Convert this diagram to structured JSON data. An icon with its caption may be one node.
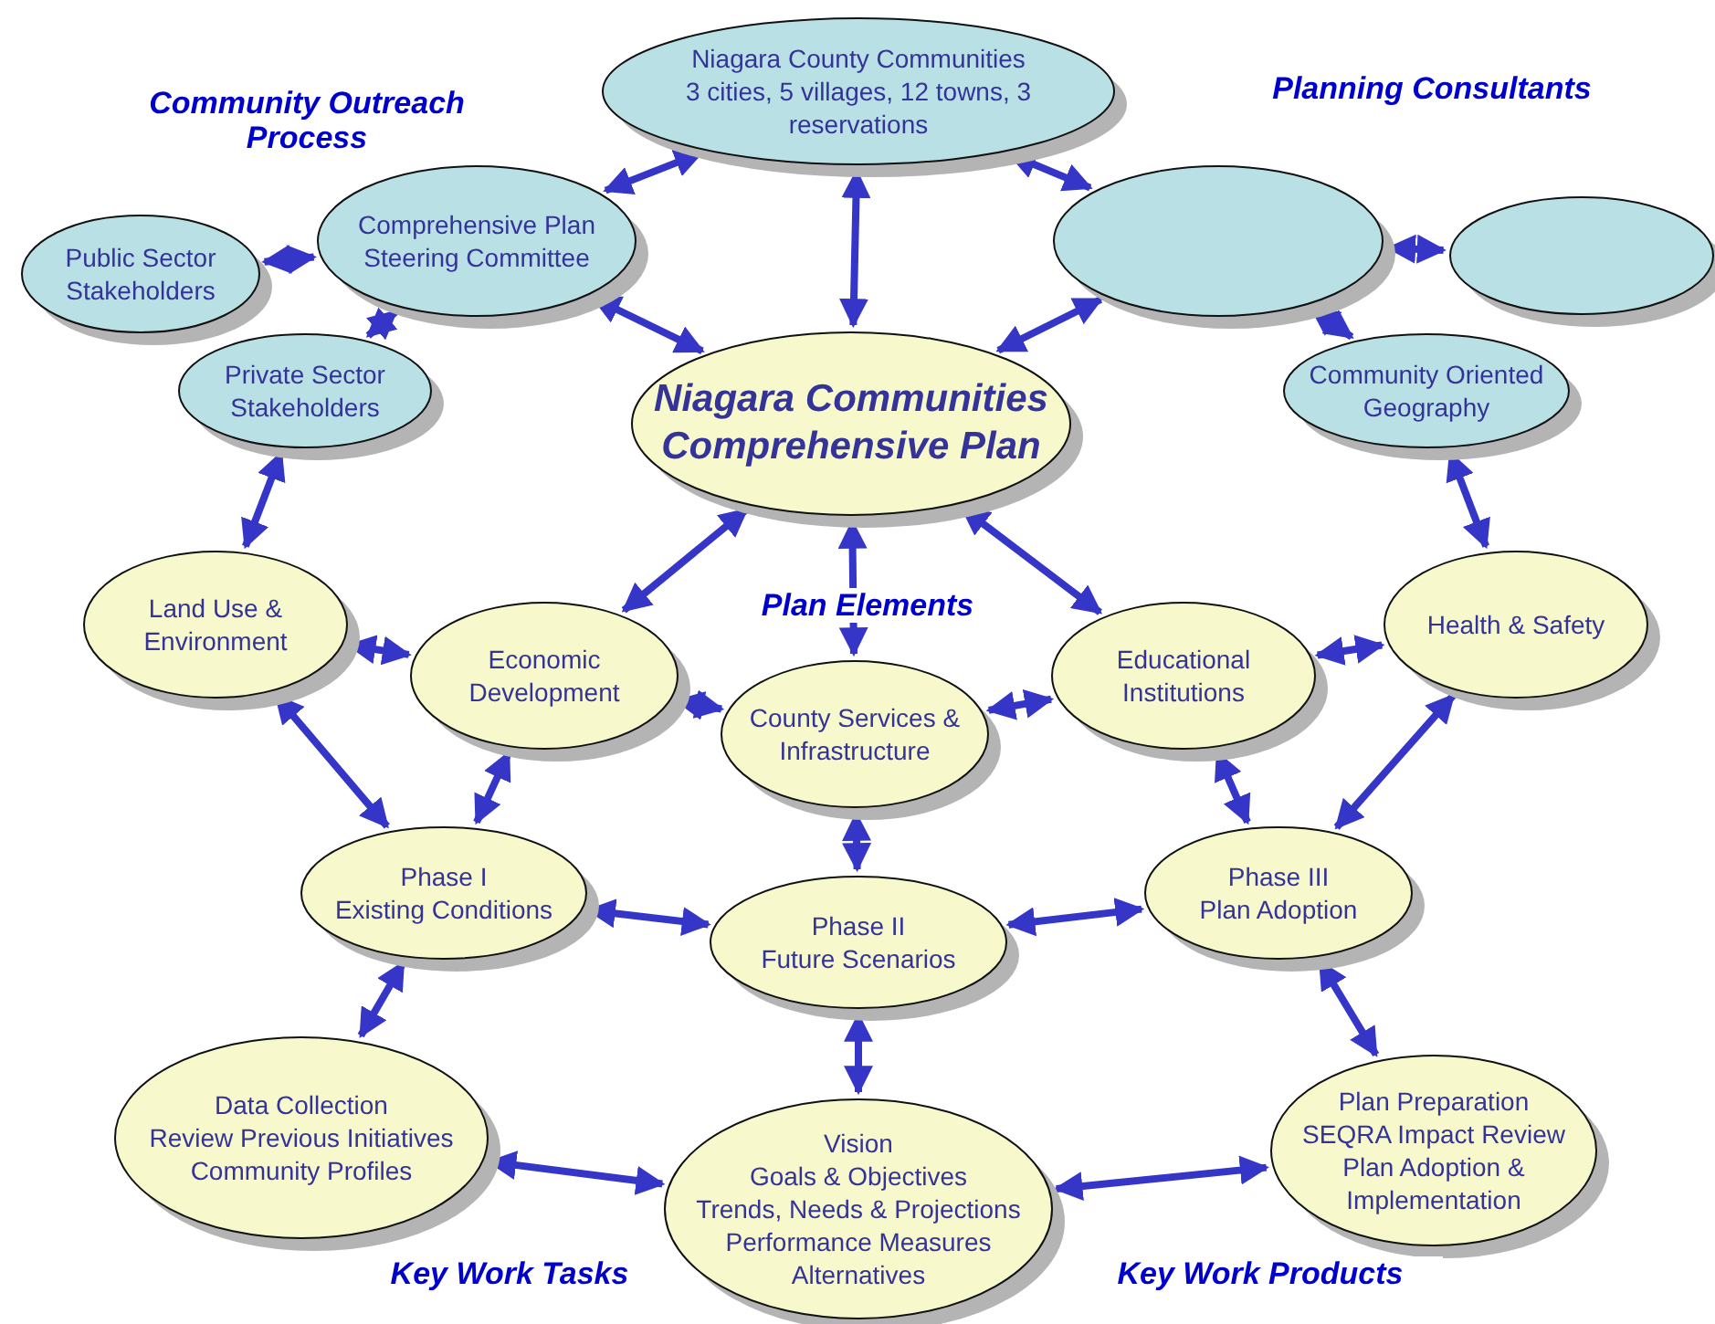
{
  "diagram": {
    "nodes": [
      {
        "text": [
          "Niagara County Communities",
          "3 cities, 5 villages, 12 towns, 3 reservations"
        ]
      },
      {
        "text": [
          "Comprehensive Plan Steering Committee"
        ]
      },
      {
        "text": [
          "Public Sector Stakeholders"
        ]
      },
      {
        "text": [
          "Private Sector Stakeholders"
        ]
      },
      {
        "text": [
          "Niagara Communities Comprehensive Plan"
        ]
      },
      {
        "text": [],
        "shape": "ellipse"
      },
      {
        "text": [],
        "shape": "ellipse"
      },
      {
        "text": [
          "Community Oriented Geography"
        ]
      },
      {
        "text": [
          "Land Use & Environment"
        ]
      },
      {
        "text": [
          "Economic Development"
        ]
      },
      {
        "text": [
          "Health & Safety"
        ]
      },
      {
        "text": [
          "Educational Institutions"
        ]
      },
      {
        "text": [
          "County Services & Infrastructure"
        ]
      },
      {
        "text": [
          "Phase I",
          "Existing Conditions"
        ]
      },
      {
        "text": [
          "Phase II",
          "Future Scenarios"
        ]
      },
      {
        "text": [
          "Phase III",
          "Plan Adoption"
        ]
      },
      {
        "text": [
          "Data Collection",
          "Review Previous Initiatives",
          "Community Profiles"
        ]
      },
      {
        "text": [
          "Vision",
          "Goals & Objectives",
          "Trends, Needs & Projections",
          "Performance Measures",
          "Alternatives"
        ]
      },
      {
        "text": [
          "Plan Preparation",
          "SEQRA Impact Review",
          "Plan Adoption & Implementation"
        ]
      }
    ],
    "edges": [
      {
        "from": 0,
        "to": 1,
        "arrow": "both"
      },
      {
        "from": 0,
        "to": 4,
        "arrow": "both"
      },
      {
        "from": 0,
        "to": 5,
        "arrow": "both"
      },
      {
        "from": 1,
        "to": 2,
        "arrow": "both"
      },
      {
        "from": 1,
        "to": 3,
        "arrow": "both"
      },
      {
        "from": 1,
        "to": 4,
        "arrow": "both"
      },
      {
        "from": 5,
        "to": 4,
        "arrow": "both"
      },
      {
        "from": 5,
        "to": 6,
        "arrow": "both"
      },
      {
        "from": 5,
        "to": 7,
        "arrow": "both"
      },
      {
        "from": 3,
        "to": 8,
        "arrow": "both"
      },
      {
        "from": 7,
        "to": 10,
        "arrow": "both"
      },
      {
        "from": 4,
        "to": 9,
        "arrow": "both"
      },
      {
        "from": 4,
        "to": 12,
        "arrow": "both"
      },
      {
        "from": 4,
        "to": 11,
        "arrow": "both"
      },
      {
        "from": 8,
        "to": 9,
        "arrow": "both"
      },
      {
        "from": 9,
        "to": 12,
        "arrow": "both"
      },
      {
        "from": 12,
        "to": 11,
        "arrow": "both"
      },
      {
        "from": 11,
        "to": 10,
        "arrow": "both"
      },
      {
        "from": 8,
        "to": 13,
        "arrow": "both"
      },
      {
        "from": 9,
        "to": 13,
        "arrow": "both"
      },
      {
        "from": 10,
        "to": 15,
        "arrow": "both"
      },
      {
        "from": 11,
        "to": 15,
        "arrow": "both"
      },
      {
        "from": 12,
        "to": 14,
        "arrow": "both"
      },
      {
        "from": 13,
        "to": 14,
        "arrow": "both"
      },
      {
        "from": 14,
        "to": 15,
        "arrow": "both"
      },
      {
        "from": 13,
        "to": 16,
        "arrow": "both"
      },
      {
        "from": 14,
        "to": 17,
        "arrow": "both"
      },
      {
        "from": 15,
        "to": 18,
        "arrow": "both"
      },
      {
        "from": 16,
        "to": 17,
        "arrow": "both"
      },
      {
        "from": 18,
        "to": 17,
        "arrow": "both"
      }
    ],
    "labels": [
      "Community Outreach Process",
      "Planning Consultants",
      "Plan Elements",
      "Key Work Tasks",
      "Key Work Products"
    ]
  }
}
